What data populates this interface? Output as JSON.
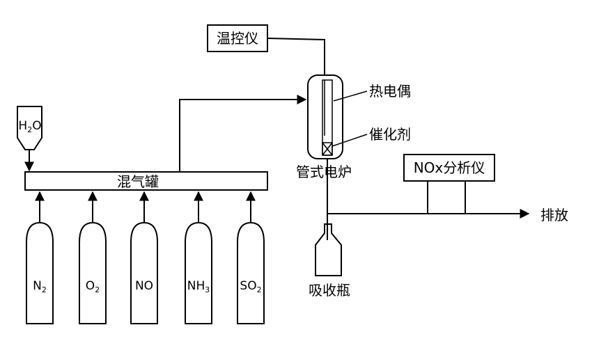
{
  "labels": {
    "temp_controller": "温控仪",
    "thermocouple": "热电偶",
    "catalyst": "催化剂",
    "tube_furnace": "管式电炉",
    "mixing_tank": "混气罐",
    "nox_analyzer": "NOx分析仪",
    "exhaust": "排放",
    "absorption_bottle": "吸收瓶"
  },
  "water_source": {
    "main": "H",
    "sub": "2",
    "tail": "O"
  },
  "gas_cylinders": [
    {
      "main": "N",
      "sub": "2",
      "tail": ""
    },
    {
      "main": "O",
      "sub": "2",
      "tail": ""
    },
    {
      "main": "NO",
      "sub": "",
      "tail": ""
    },
    {
      "main": "NH",
      "sub": "3",
      "tail": ""
    },
    {
      "main": "SO",
      "sub": "2",
      "tail": ""
    }
  ]
}
